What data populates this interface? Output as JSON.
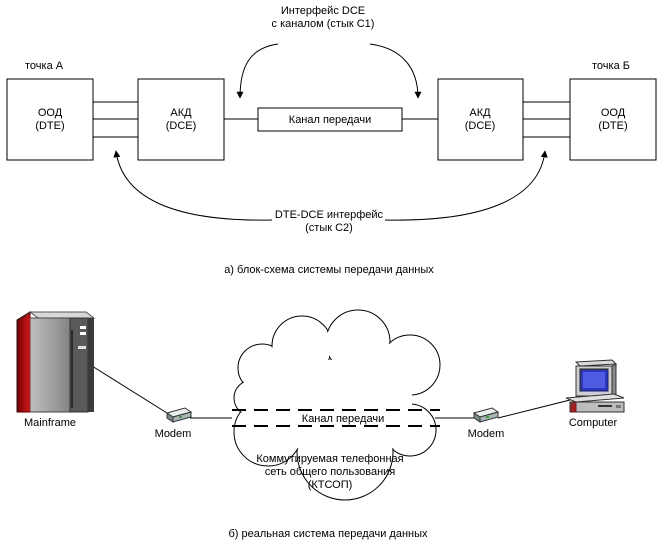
{
  "top": {
    "interface_dce_line1": "Интерфейс DCE",
    "interface_dce_line2": "с каналом (стык С1)",
    "point_a": "точка А",
    "point_b": "точка Б",
    "ood_label": "ООД",
    "dte_label": "(DTE)",
    "akd_label": "АКД",
    "dce_label": "(DCE)",
    "channel_label": "Канал передачи",
    "dte_dce_line1": "DTE-DCE интерфейс",
    "dte_dce_line2": "(стык С2)",
    "caption": "а) блок-схема системы передачи данных"
  },
  "bottom": {
    "mainframe_label": "Mainframe",
    "modem_left_label": "Modem",
    "modem_right_label": "Modem",
    "computer_label": "Computer",
    "channel_label": "Канал передачи",
    "network_line1": "Коммутируемая телефонная",
    "network_line2": "сеть общего пользования",
    "network_line3": "(КТСОП)",
    "caption": "б) реальная система передачи данных"
  }
}
